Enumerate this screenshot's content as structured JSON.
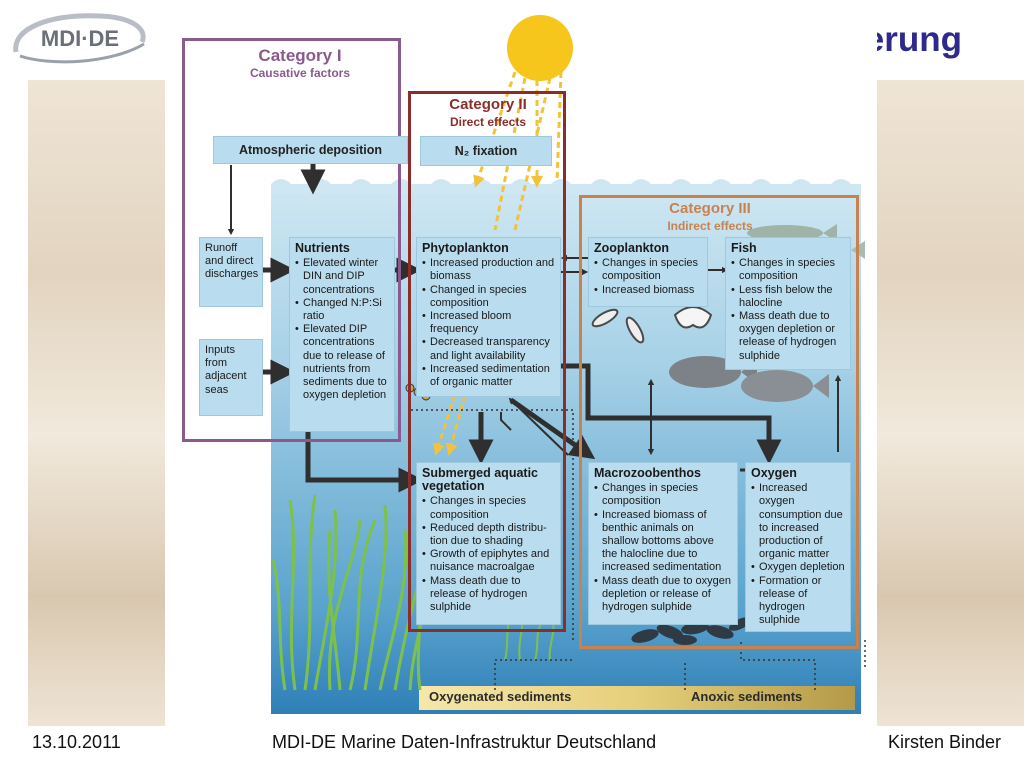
{
  "slide": {
    "logo_text": "MDI·DE",
    "title": "Eutrophierung",
    "footer_date": "13.10.2011",
    "footer_center": "MDI-DE  Marine Daten-Infrastruktur Deutschland",
    "footer_author": "Kirsten Binder"
  },
  "categories": {
    "cat1": {
      "title": "Category I",
      "subtitle": "Causative factors",
      "color": "#8a5a8f"
    },
    "cat2": {
      "title": "Category II",
      "subtitle": "Direct effects",
      "color": "#8b2d2b"
    },
    "cat3": {
      "title": "Category III",
      "subtitle": "Indirect effects",
      "color": "#c9824d"
    }
  },
  "labels": {
    "atmospheric": "Atmospheric deposition",
    "n2_fixation": "N₂ fixation",
    "runoff": "Runoff and direct discharges",
    "inputs": "Inputs from adjacent seas",
    "oxygenated": "Oxygenated sediments",
    "anoxic": "Anoxic sediments"
  },
  "boxes": {
    "nutrients": {
      "title": "Nutrients",
      "items": [
        "Elevated winter DIN and DIP concentrations",
        "Changed N:P:Si ratio",
        "Elevated DIP concentrations due to release of nutrients from sediments due to oxygen depletion"
      ]
    },
    "phytoplankton": {
      "title": "Phytoplankton",
      "items": [
        "Increased production and biomass",
        "Changed in species composition",
        "Increased bloom frequency",
        "Decreased transparency and light availability",
        "Increased sedimentation of organic matter"
      ]
    },
    "zooplankton": {
      "title": "Zooplankton",
      "items": [
        "Changes in species composition",
        "Increased biomass"
      ]
    },
    "fish": {
      "title": "Fish",
      "items": [
        "Changes in species composition",
        "Less fish below the halocline",
        "Mass death due to oxygen depletion or release of hydrogen sulphide"
      ]
    },
    "sav": {
      "title": "Submerged aquatic vegetation",
      "items": [
        "Changes in species composition",
        "Reduced depth distribu-tion due to shading",
        "Growth of epiphytes and nuisance macroalgae",
        "Mass death due to release of hydrogen sulphide"
      ]
    },
    "macrozoobenthos": {
      "title": "Macrozoobenthos",
      "items": [
        "Changes in species composition",
        "Increased biomass of benthic animals on shallow bottoms above the halocline due to increased sedimentation",
        "Mass death due to oxygen depletion or release of hydrogen sulphide"
      ]
    },
    "oxygen": {
      "title": "Oxygen",
      "items": [
        "Increased oxygen consumption due to increased production of organic matter",
        "Oxygen depletion",
        "Formation or release of hydrogen sulphide"
      ]
    }
  },
  "colors": {
    "title": "#2e2a8c",
    "sun": "#f6c61c",
    "arrow": "#2f2f2f",
    "ray": "#f2c33a"
  }
}
